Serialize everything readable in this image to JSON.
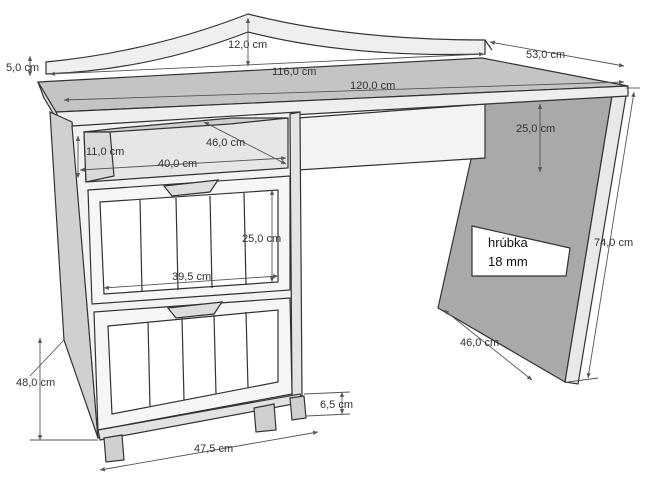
{
  "colors": {
    "background": "#ffffff",
    "outline": "#333333",
    "panel_light": "#f2f2f2",
    "panel_mid": "#dcdcdc",
    "panel_dark": "#b8b8b8",
    "top_surface": "#c9c9c9",
    "dimension_line": "#555555"
  },
  "dimensions": {
    "backboard_height": "12,0 cm",
    "side_board_height": "5,0 cm",
    "backboard_length": "116,0 cm",
    "top_depth": "53,0 cm",
    "top_length": "120,0 cm",
    "shelf_depth": "46,0 cm",
    "shelf_height": "11,0 cm",
    "shelf_width": "40,0 cm",
    "leg_opening_height": "25,0 cm",
    "drawer_height": "25,0 cm",
    "drawer_width": "39,5 cm",
    "desk_height": "74,0 cm",
    "pedestal_height": "48,0 cm",
    "side_panel_depth": "46,0 cm",
    "plinth_height": "6,5 cm",
    "pedestal_width": "47,5 cm"
  },
  "thickness_note": {
    "line1": "hrúbka",
    "line2": "18 mm"
  }
}
